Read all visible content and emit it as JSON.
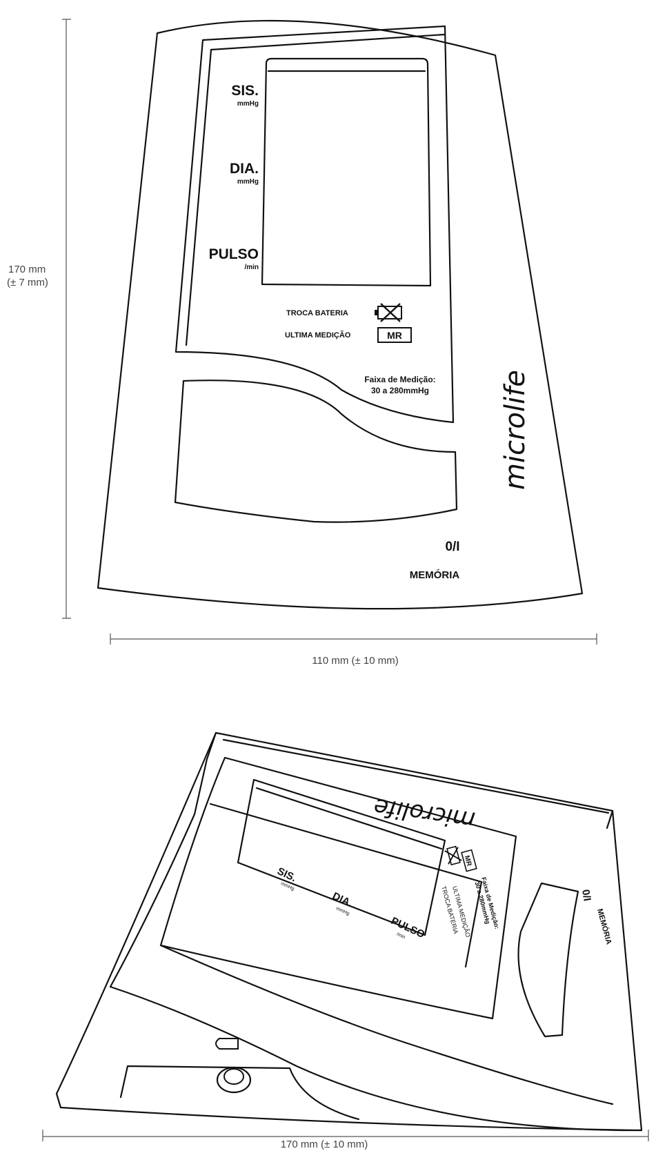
{
  "dimensions": {
    "top_height": "170 mm",
    "top_height_tol": "(± 7 mm)",
    "top_width": "110 mm (± 10 mm)",
    "side_width": "170 mm (± 10 mm)"
  },
  "front_panel": {
    "sis": "SIS.",
    "sis_unit": "mmHg",
    "dia": "DIA.",
    "dia_unit": "mmHg",
    "pulso": "PULSO",
    "pulso_unit": "/min",
    "troca_bateria": "TROCA BATERIA",
    "ultima_medicao": "ULTIMA MEDIÇÃO",
    "mr": "MR",
    "faixa_line1": "Faixa de Medição:",
    "faixa_line2": "30 a 280mmHg",
    "power": "0/I",
    "memoria": "MEMÓRIA",
    "brand": "microlife"
  },
  "side_view": {
    "sis": "SIS.",
    "sis_unit": "mmHg",
    "dia": "DIA.",
    "dia_unit": "mmHg",
    "pulso": "PULSO",
    "pulso_unit": "/min",
    "troca_bateria": "TROCA BATERIA",
    "ultima_medicao": "ULTIMA MEDIÇÃO",
    "mr": "MR",
    "faixa_line1": "Faixa de Medição:",
    "faixa_line2": "30 a 280mmHg",
    "power": "0/I",
    "memoria": "MEMÓRIA",
    "brand": "microlife"
  }
}
